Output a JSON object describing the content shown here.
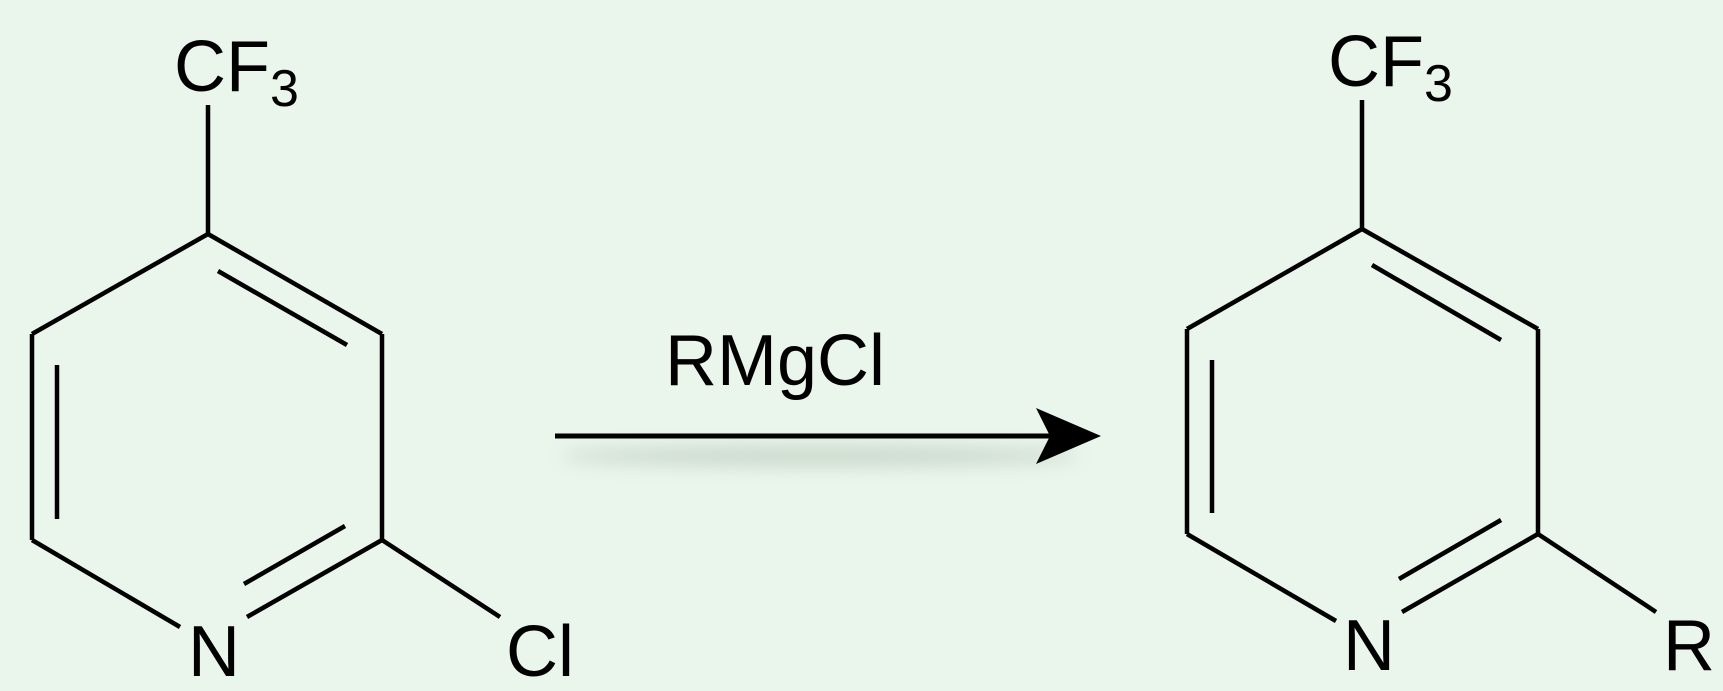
{
  "scheme": {
    "reactant": {
      "top_group": {
        "main": "CF",
        "subscript": "3"
      },
      "ring_atom": "N",
      "substituent": "Cl"
    },
    "reagent": "RMgCl",
    "product": {
      "top_group": {
        "main": "CF",
        "subscript": "3"
      },
      "ring_atom": "N",
      "substituent": "R"
    }
  },
  "colors": {
    "background": "#eaf5ec",
    "ink": "#000000"
  }
}
